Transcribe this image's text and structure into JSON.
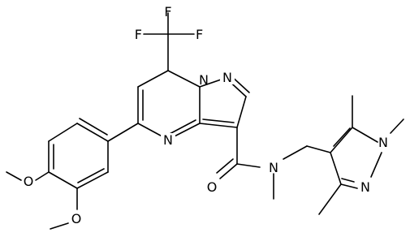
{
  "colors": {
    "background": "#ffffff",
    "ink": "#000000"
  },
  "atoms": {
    "f1": "F",
    "f2": "F",
    "f3": "F",
    "n_pyrimidine": "N",
    "n_bridge": "N",
    "n_pyrazole": "N",
    "n_amide": "N",
    "o_amide": "O",
    "o_methoxy_upper": "O",
    "o_methoxy_lower": "O",
    "n_pz2": "N",
    "n_pz1": "N"
  }
}
